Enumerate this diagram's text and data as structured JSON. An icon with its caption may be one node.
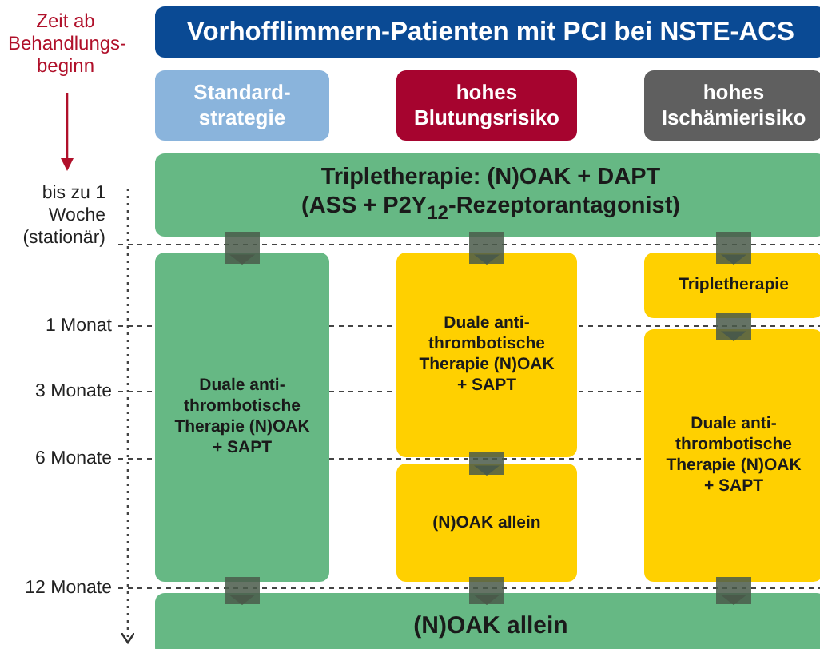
{
  "diagram": {
    "title": "Vorhofflimmern-Patienten mit PCI bei NSTE-ACS",
    "nodes": [
      {
        "text": [
          "Standard-strategie"
        ]
      },
      {
        "text": [
          "hohes Blutungsrisiko"
        ]
      },
      {
        "text": [
          "hohes Ischämierisiko"
        ]
      },
      {
        "text": [
          "Tripletherapie: (N)OAK + DAPT",
          "(ASS + P2Y$_{12}$-Rezeptorantagonist)"
        ]
      },
      {
        "text": [
          "Duale anti-thrombotische Therapie (N)OAK + SAPT"
        ]
      },
      {
        "text": [
          "Duale anti-thrombotische Therapie (N)OAK + SAPT"
        ]
      },
      {
        "text": [
          "(N)OAK allein"
        ]
      },
      {
        "text": [
          "Tripletherapie"
        ]
      },
      {
        "text": [
          "Duale anti-thrombotische Therapie (N)OAK + SAPT"
        ]
      },
      {
        "text": [
          "(N)OAK allein"
        ]
      }
    ],
    "edges": [
      {
        "from": 3,
        "to": 4,
        "arrow": "to"
      },
      {
        "from": 3,
        "to": 5,
        "arrow": "to"
      },
      {
        "from": 3,
        "to": 7,
        "arrow": "to"
      },
      {
        "from": 5,
        "to": 6,
        "arrow": "to"
      },
      {
        "from": 7,
        "to": 8,
        "arrow": "to"
      },
      {
        "from": 4,
        "to": 9,
        "arrow": "to"
      },
      {
        "from": 6,
        "to": 9,
        "arrow": "to"
      },
      {
        "from": 8,
        "to": 9,
        "arrow": "to"
      }
    ],
    "labels": [
      "Zeit ab Behandlungs-beginn",
      "bis zu 1 Woche (stationär)",
      "1 Monat",
      "3 Monate",
      "6 Monate",
      "12 Monate"
    ]
  }
}
